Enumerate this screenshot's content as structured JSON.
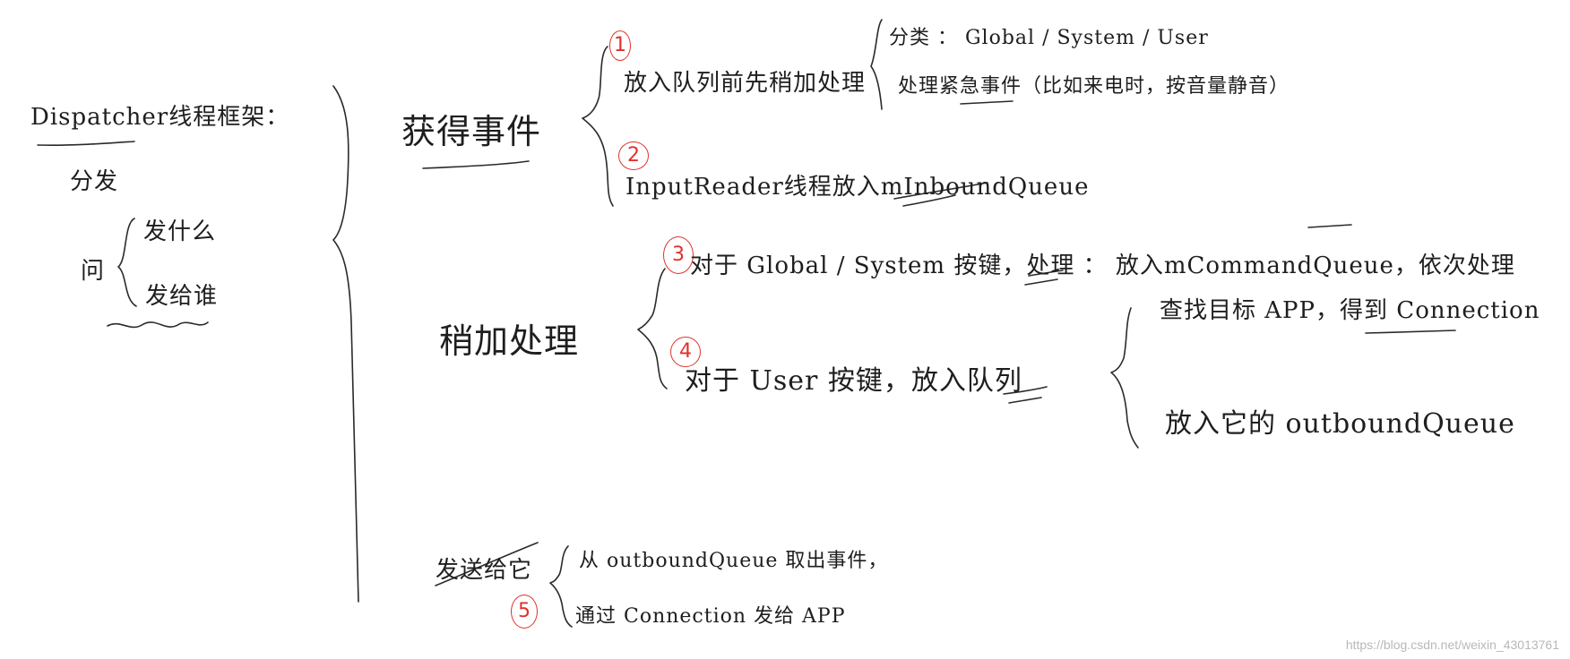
{
  "left": {
    "title": "Dispatcher线程框架：",
    "fa": "分发",
    "wen": "问",
    "q_what": "发什么",
    "q_who": "发给谁"
  },
  "sec1": {
    "heading": "获得事件",
    "n1": "1",
    "n2": "2",
    "item1": "放入队列前先稍加处理",
    "cat": "分类 ： Global / System / User",
    "urgent": "处理紧急事件（比如来电时，按音量静音）",
    "item2": "InputReader线程放入mInboundQueue"
  },
  "sec2": {
    "heading": "稍加处理",
    "n3": "3",
    "n4": "4",
    "item3": "对于 Global / System 按键，处理 ： 放入mCommandQueue，依次处理",
    "item4": "对于 User 按键，放入队列",
    "find": "查找目标 APP，得到 Connection",
    "put": "放入它的 outboundQueue"
  },
  "sec3": {
    "heading_struck": "发送给它",
    "n5": "5",
    "take": "从 outboundQueue 取出事件，",
    "send": "通过 Connection 发给 APP"
  },
  "watermark": "https://blog.csdn.net/weixin_43013761"
}
